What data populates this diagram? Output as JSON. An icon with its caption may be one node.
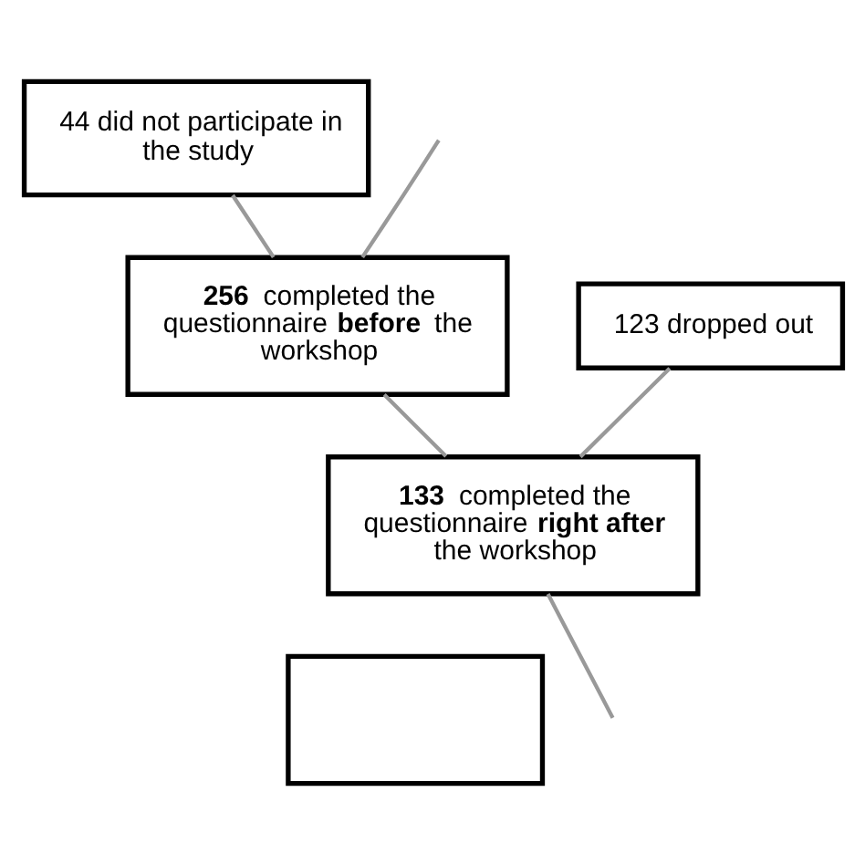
{
  "diagram": {
    "nodes": [
      {
        "text": [
          "44 did not participate in the study"
        ]
      },
      {
        "text": [
          "**256** completed the questionnaire **before** the workshop"
        ]
      },
      {
        "text": [
          "123 dropped out"
        ]
      },
      {
        "text": [
          "**133** completed the questionnaire **right after** the workshop"
        ]
      },
      {
        "text": [],
        "shape": "box"
      }
    ],
    "edges": [
      {
        "from": null,
        "to": 1,
        "arrow": "none"
      },
      {
        "from": 0,
        "to": 1,
        "arrow": "none"
      },
      {
        "from": 1,
        "to": 3,
        "arrow": "none"
      },
      {
        "from": 2,
        "to": 3,
        "arrow": "none"
      },
      {
        "from": 3,
        "to": null,
        "arrow": "none"
      }
    ]
  }
}
